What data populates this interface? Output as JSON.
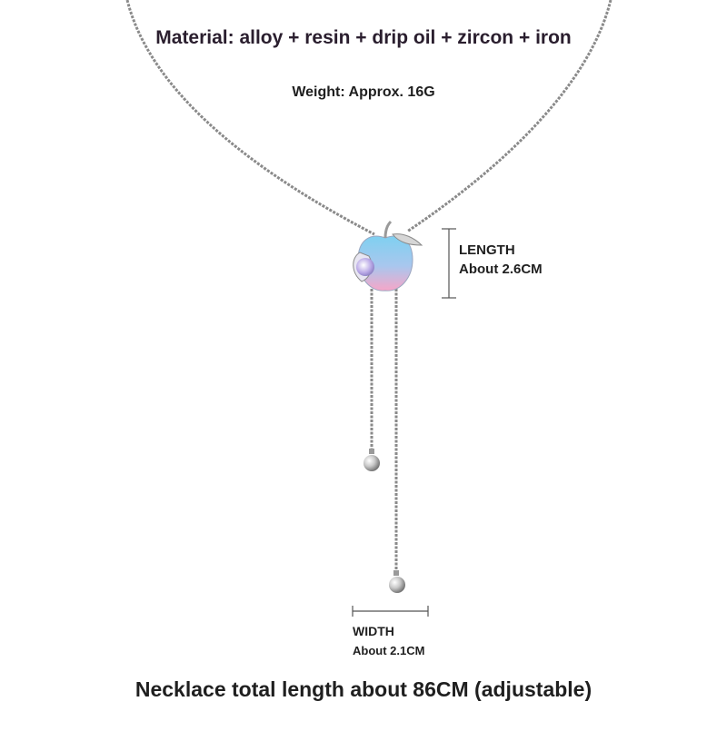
{
  "image": {
    "material": "Material: alloy + resin + drip oil + zircon + iron",
    "weight": "Weight: Approx. 16G",
    "length_title": "LENGTH",
    "length_value": "About 2.6CM",
    "width_title": "WIDTH",
    "width_value": "About 2.1CM",
    "footer": "Necklace total length about 86CM (adjustable)"
  },
  "colors": {
    "text": "#2a1e2e",
    "chain": "#8a8a8a",
    "pendant_blue": "#7fd0f0",
    "pendant_pink": "#f7a6c8"
  }
}
